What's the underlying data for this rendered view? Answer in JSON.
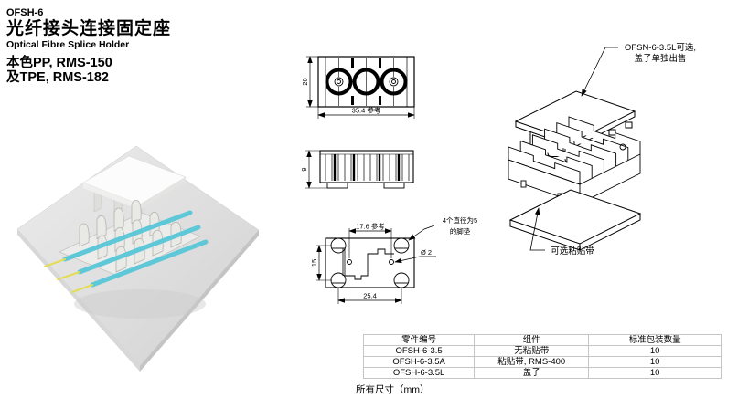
{
  "header": {
    "model": "OFSH-6",
    "title_zh": "光纤接头连接固定座",
    "title_en": "Optical Fibre Splice Holder",
    "material_line1": "本色PP, RMS-150",
    "material_line2": "及TPE, RMS-182"
  },
  "drawings": {
    "top_view": {
      "height_dim": "20",
      "width_dim": "35.4 参考"
    },
    "side_view": {
      "height_dim": "9"
    },
    "bottom_view": {
      "top_dim": "17.6 参考",
      "left_dim": "15",
      "bottom_dim": "25.4",
      "hole_dim": "Ø 2",
      "feet_note_line1": "4个直径为5",
      "feet_note_line2": "的脚垫"
    }
  },
  "exploded": {
    "cover_note_line1": "OFSN-6-3.5L可选,",
    "cover_note_line2": "盖子单独出售",
    "tape_note": "可选粘贴带"
  },
  "table": {
    "headers": [
      "零件编号",
      "组件",
      "标准包装数量"
    ],
    "rows": [
      [
        "OFSH-6-3.5",
        "无粘贴带",
        "10"
      ],
      [
        "OFSH-6-3.5A",
        "粘贴带, RMS-400",
        "10"
      ],
      [
        "OFSH-6-3.5L",
        "盖子",
        "10"
      ]
    ]
  },
  "footer": {
    "note": "所有尺寸（mm）"
  },
  "colors": {
    "fibre": "#5fc8d8",
    "fibre_tip": "#e3dd55",
    "platform": "#dcdcdc",
    "drawing_line": "#000000",
    "table_border": "#c5c5c5"
  }
}
